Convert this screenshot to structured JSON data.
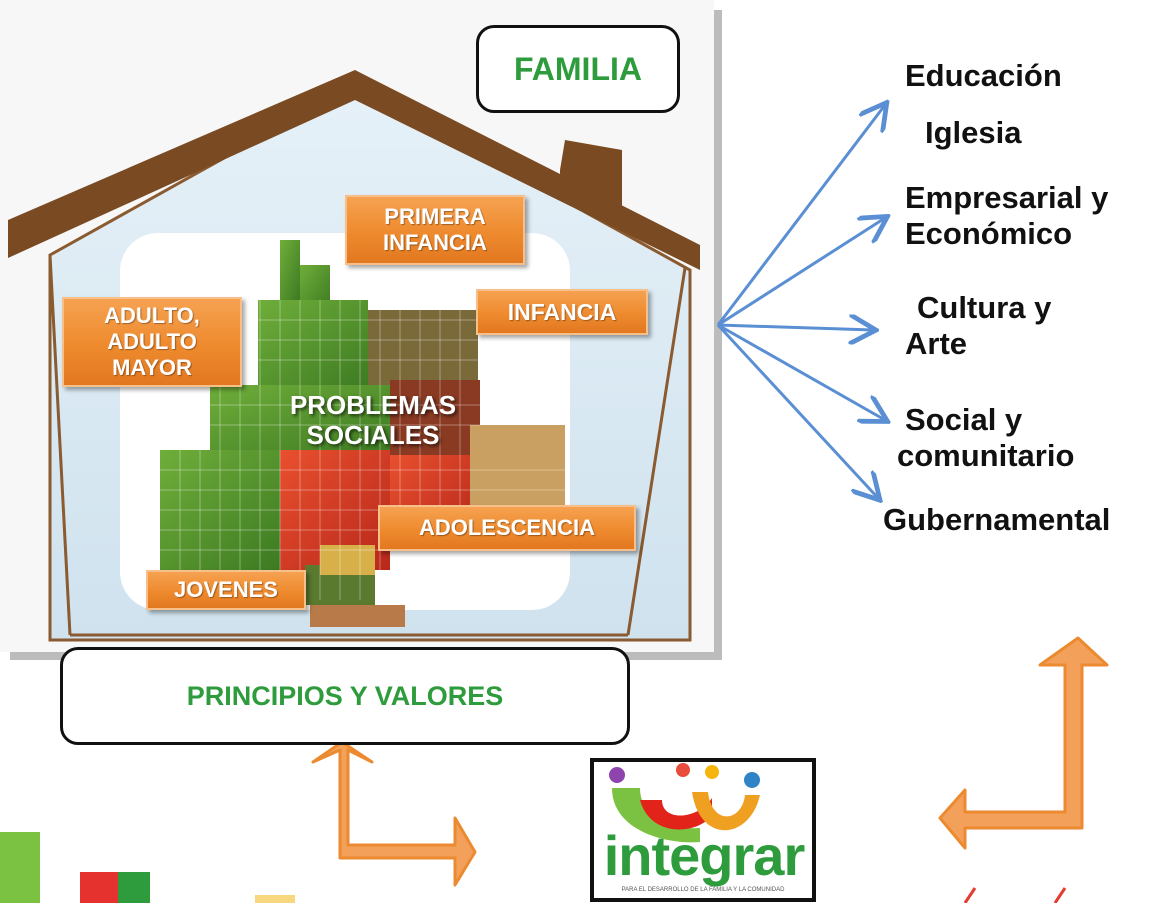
{
  "family_box": {
    "label": "FAMILIA"
  },
  "principles_box": {
    "label": "PRINCIPIOS Y VALORES"
  },
  "center_label": "PROBLEMAS SOCIALES",
  "life_stages": [
    {
      "id": "primera-infancia",
      "label": "PRIMERA INFANCIA"
    },
    {
      "id": "infancia",
      "label": "INFANCIA"
    },
    {
      "id": "adulto",
      "label": "ADULTO, ADULTO MAYOR"
    },
    {
      "id": "adolescencia",
      "label": "ADOLESCENCIA"
    },
    {
      "id": "jovenes",
      "label": "JOVENES"
    }
  ],
  "sectors": [
    {
      "label": "Educación"
    },
    {
      "label": "Iglesia"
    },
    {
      "label": "Empresarial y Económico"
    },
    {
      "label": "Cultura y Arte"
    },
    {
      "label": "Social y comunitario"
    },
    {
      "label": "Gubernamental"
    }
  ],
  "logo": {
    "wordmark": "integrar",
    "tagline": "PARA EL DESARROLLO DE LA FAMILIA Y LA COMUNIDAD"
  },
  "colors": {
    "roof": "#7a4a22",
    "wall_outline": "#8a5a30",
    "house_fill": "#dcebf4",
    "label_green": "#2e9c3c",
    "tag_orange": "#ee8a2e",
    "arrow_blue": "#5b8fd4",
    "arrow_orange": "#f08a35"
  }
}
